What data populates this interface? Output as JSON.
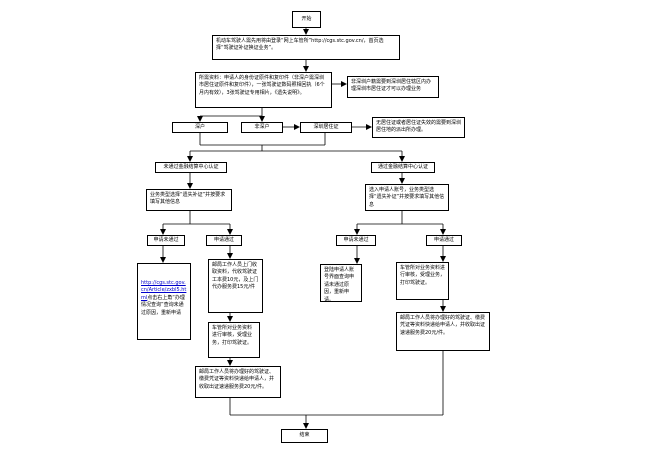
{
  "nodes": {
    "start": "开始",
    "intro": "机动车驾驶人需先用将由登录“网上车管所”http://cgs.stc.gov.cn/，首页选择“驾驶证补证换证业务”。",
    "materials": "所需资料：申请人的身份证原件和复印件（非深户需深圳市居住证原件和复印件），一张驾驶证数码照相回执（6个月内有效），3张驾驶证专用相片，《遗失说明》。",
    "nonlocal_note": "非深圳户籍需要到深圳居住辖区内办理深圳市居住证才可以办理业务",
    "shenhu": "深户",
    "feishenhu": "非深户",
    "juzhuzheng": "深圳居住证",
    "no_permit_note": "无居住证或者居住证失效的需要到深圳居住地的派出所办理。",
    "not_passed_bank": "未通过金融结算中心认证",
    "passed_bank": "通过金融结算中心认证",
    "left_select": "业务类型选择“遗失补证”并按要求填写其他信息",
    "right_select": "选入申请人账号，业务类型选择“遗失补证”并按要求填写其他信息",
    "l_fail": "申请未通过",
    "l_pass": "申请通过",
    "r_fail": "申请未通过",
    "r_pass": "申请通过",
    "l_fail_link": "http://cgs.stc.gov.cn/Article/zxbl5.html",
    "l_fail_text": "点击右上角“办理情况查询”查询未通过原因，重新申请",
    "post_collect": "邮局工作人员上门收取资料，代收驾驶证工本费10元，及上门代办服务费15元/件",
    "dmv_review_left": "车管所对业务资料进行审核，受理业务，打印驾驶证。",
    "r_fail_text": "登陆申请人账号界面查询申请未通过原因，重新申请。",
    "dmv_review_right": "车管所对业务资料进行审核，受理业务，打印驾驶证。",
    "post_deliver_left": "邮局工作人员将办理好的驾驶证、缴费凭证等资料快递给申请人，并收取出证速递服务费20元/件。",
    "post_deliver_right": "邮局工作人员将办理好的驾驶证、缴费凭证等资料快递给申请人，并收取出证速递服务费20元/件。",
    "end": "结束"
  }
}
